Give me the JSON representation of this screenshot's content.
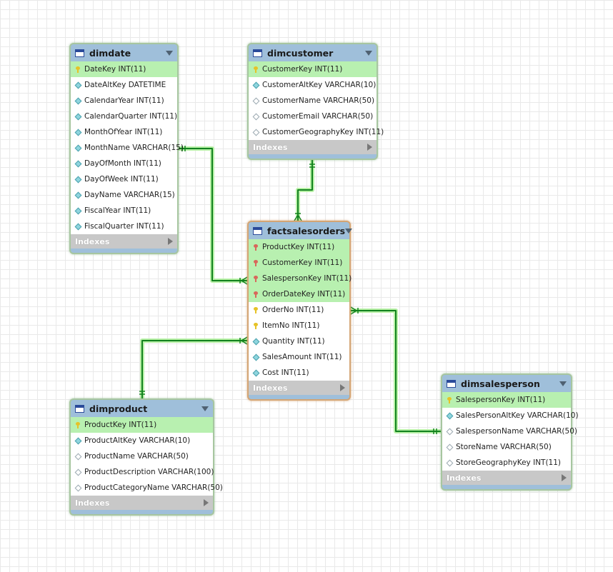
{
  "tables": {
    "dimdate": {
      "name": "dimdate",
      "indexes_label": "Indexes",
      "columns": [
        {
          "text": "DateKey INT(11)",
          "icon": "key-yellow",
          "pk": true
        },
        {
          "text": "DateAltKey DATETIME",
          "icon": "diamond"
        },
        {
          "text": "CalendarYear INT(11)",
          "icon": "diamond"
        },
        {
          "text": "CalendarQuarter INT(11)",
          "icon": "diamond"
        },
        {
          "text": "MonthOfYear INT(11)",
          "icon": "diamond"
        },
        {
          "text": "MonthName VARCHAR(15)",
          "icon": "diamond"
        },
        {
          "text": "DayOfMonth INT(11)",
          "icon": "diamond"
        },
        {
          "text": "DayOfWeek INT(11)",
          "icon": "diamond"
        },
        {
          "text": "DayName VARCHAR(15)",
          "icon": "diamond"
        },
        {
          "text": "FiscalYear INT(11)",
          "icon": "diamond"
        },
        {
          "text": "FiscalQuarter INT(11)",
          "icon": "diamond"
        }
      ]
    },
    "dimcustomer": {
      "name": "dimcustomer",
      "indexes_label": "Indexes",
      "columns": [
        {
          "text": "CustomerKey INT(11)",
          "icon": "key-yellow",
          "pk": true
        },
        {
          "text": "CustomerAltKey VARCHAR(10)",
          "icon": "diamond"
        },
        {
          "text": "CustomerName VARCHAR(50)",
          "icon": "diamond-open"
        },
        {
          "text": "CustomerEmail VARCHAR(50)",
          "icon": "diamond-open"
        },
        {
          "text": "CustomerGeographyKey INT(11)",
          "icon": "diamond-open"
        }
      ]
    },
    "factsalesorders": {
      "name": "factsalesorders",
      "indexes_label": "Indexes",
      "columns": [
        {
          "text": "ProductKey INT(11)",
          "icon": "key-red",
          "pk": true
        },
        {
          "text": "CustomerKey INT(11)",
          "icon": "key-red",
          "pk": true
        },
        {
          "text": "SalespersonKey INT(11)",
          "icon": "key-red",
          "pk": true
        },
        {
          "text": "OrderDateKey INT(11)",
          "icon": "key-red",
          "pk": true
        },
        {
          "text": "OrderNo INT(11)",
          "icon": "key-yellow"
        },
        {
          "text": "ItemNo INT(11)",
          "icon": "key-yellow"
        },
        {
          "text": "Quantity INT(11)",
          "icon": "diamond"
        },
        {
          "text": "SalesAmount INT(11)",
          "icon": "diamond"
        },
        {
          "text": "Cost INT(11)",
          "icon": "diamond"
        }
      ]
    },
    "dimproduct": {
      "name": "dimproduct",
      "indexes_label": "Indexes",
      "columns": [
        {
          "text": "ProductKey INT(11)",
          "icon": "key-yellow",
          "pk": true
        },
        {
          "text": "ProductAltKey VARCHAR(10)",
          "icon": "diamond"
        },
        {
          "text": "ProductName VARCHAR(50)",
          "icon": "diamond-open"
        },
        {
          "text": "ProductDescription VARCHAR(100)",
          "icon": "diamond-open"
        },
        {
          "text": "ProductCategoryName VARCHAR(50)",
          "icon": "diamond-open"
        }
      ]
    },
    "dimsalesperson": {
      "name": "dimsalesperson",
      "indexes_label": "Indexes",
      "columns": [
        {
          "text": "SalespersonKey INT(11)",
          "icon": "key-yellow",
          "pk": true
        },
        {
          "text": "SalesPersonAltKey VARCHAR(10)",
          "icon": "diamond"
        },
        {
          "text": "SalespersonName VARCHAR(50)",
          "icon": "diamond-open"
        },
        {
          "text": "StoreName VARCHAR(50)",
          "icon": "diamond-open"
        },
        {
          "text": "StoreGeographyKey INT(11)",
          "icon": "diamond-open"
        }
      ]
    }
  },
  "relationships": [
    {
      "from": "dimdate",
      "to": "factsalesorders",
      "cardinality": "one-to-many"
    },
    {
      "from": "dimcustomer",
      "to": "factsalesorders",
      "cardinality": "one-to-many"
    },
    {
      "from": "dimproduct",
      "to": "factsalesorders",
      "cardinality": "one-to-many"
    },
    {
      "from": "dimsalesperson",
      "to": "factsalesorders",
      "cardinality": "one-to-many"
    }
  ],
  "colors": {
    "header": "#9fbfda",
    "pk_row": "#b8f0b0",
    "connector": "#12821f",
    "connector_glow": "#b7f0a5",
    "selected_border": "#d4a574",
    "indexes_bar": "#c8c8c8"
  }
}
